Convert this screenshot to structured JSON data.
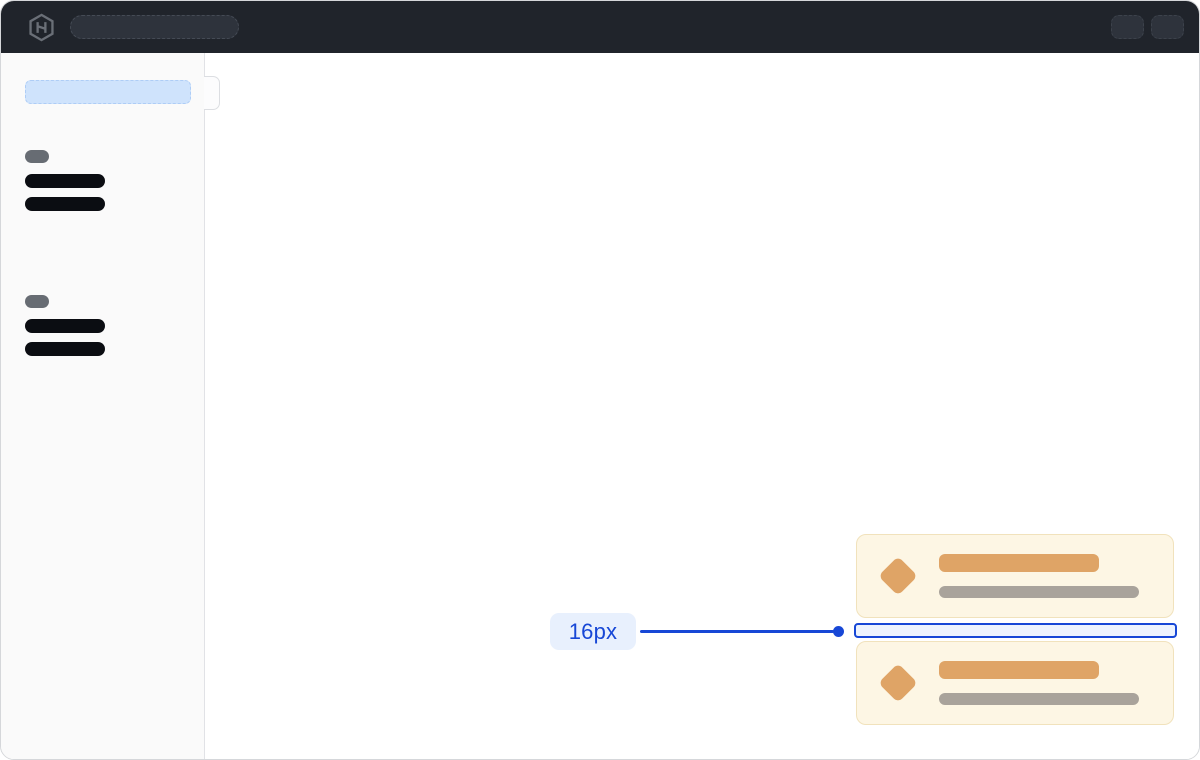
{
  "annotation": {
    "label": "16px"
  },
  "colors": {
    "accent_blue": "#1747d6",
    "annotation_pill_bg": "#e8f0fd",
    "gap_fill": "#edf3fe",
    "frame_border": "#d5d7da",
    "topbar_bg": "#20242b",
    "topbar_skeleton": "#2e333c",
    "sidebar_bg": "#fafafa",
    "sidebar_selected": "#cfe3fc",
    "skeleton_gray": "#676c73",
    "skeleton_dark": "#0b0d12",
    "card_bg": "#fdf6e4",
    "card_border": "#f1e2bc",
    "card_accent": "#dfa466",
    "card_muted": "#a9a39b"
  },
  "topbar": {
    "logo_icon": "hashicorp-logo",
    "search_skeleton": "",
    "actions": [
      {
        "name": "topbar-action-1"
      },
      {
        "name": "topbar-action-2"
      }
    ]
  },
  "sidebar": {
    "selected_item_skeleton": "",
    "sections": [
      {
        "label_skeleton": "",
        "item_skeletons": [
          "",
          ""
        ]
      },
      {
        "label_skeleton": "",
        "item_skeletons": [
          "",
          ""
        ]
      }
    ]
  },
  "cards": [
    {
      "icon": "diamond-icon",
      "title_skeleton": "",
      "subtitle_skeleton": ""
    },
    {
      "icon": "diamond-icon",
      "title_skeleton": "",
      "subtitle_skeleton": ""
    }
  ],
  "spacing_annotation": {
    "value": "16px",
    "target": "gap-between-cards"
  }
}
